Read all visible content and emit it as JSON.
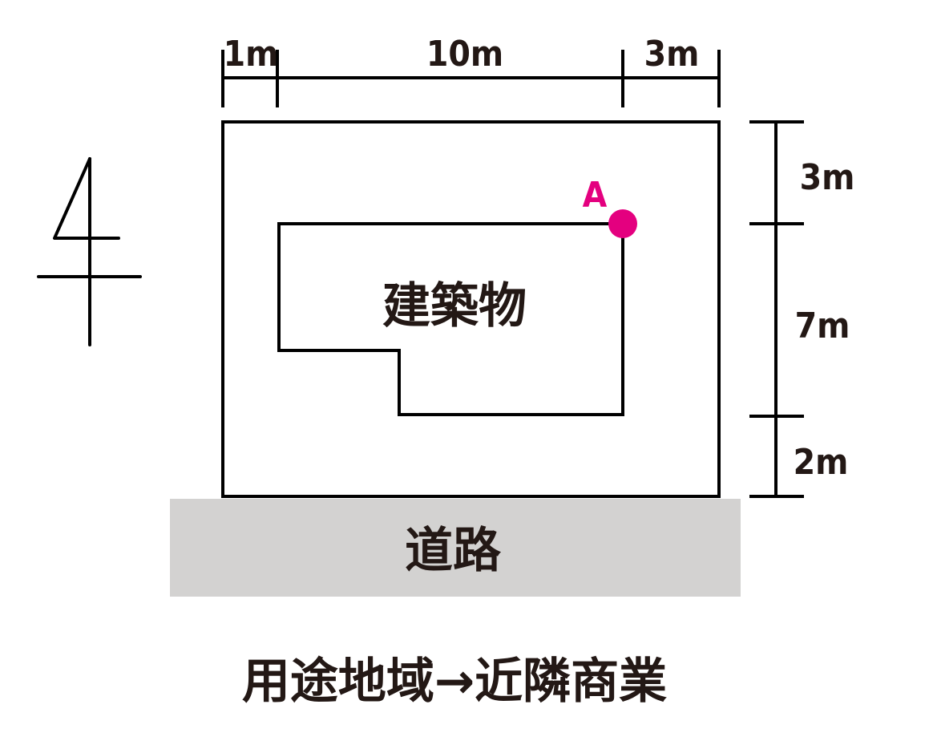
{
  "dimensions": {
    "top": [
      "1m",
      "10m",
      "3m"
    ],
    "right": [
      "3m",
      "7m",
      "2m"
    ]
  },
  "building_label": "建築物",
  "point": {
    "label": "A",
    "color": "#e4007f"
  },
  "road_label": "道路",
  "road_color": "#d3d2d1",
  "zoning_text": "用途地域→近隣商業",
  "north_symbol": "north-arrow-icon"
}
